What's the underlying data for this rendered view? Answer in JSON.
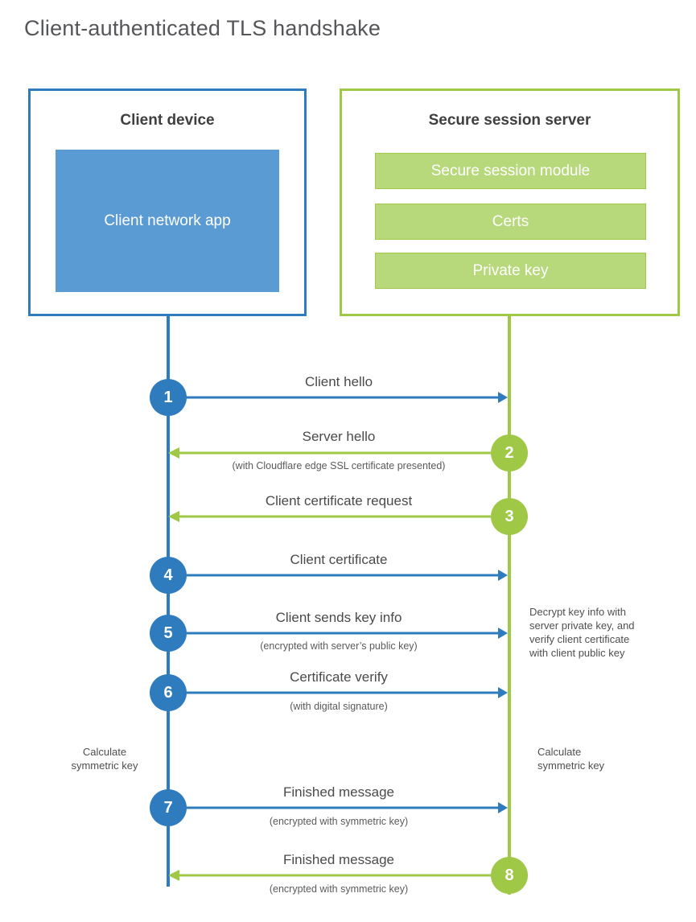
{
  "title": "Client-authenticated TLS handshake",
  "client": {
    "title": "Client device",
    "app_label": "Client network app"
  },
  "server": {
    "title": "Secure session server",
    "modules": [
      "Secure session module",
      "Certs",
      "Private key"
    ]
  },
  "steps": [
    {
      "num": "1",
      "label": "Client hello",
      "sub": "",
      "direction": "client-to-server",
      "color": "blue"
    },
    {
      "num": "2",
      "label": "Server hello",
      "sub": "(with Cloudflare edge SSL certificate presented)",
      "direction": "server-to-client",
      "color": "green"
    },
    {
      "num": "3",
      "label": "Client certificate request",
      "sub": "",
      "direction": "server-to-client",
      "color": "green"
    },
    {
      "num": "4",
      "label": "Client certificate",
      "sub": "",
      "direction": "client-to-server",
      "color": "blue"
    },
    {
      "num": "5",
      "label": "Client sends key info",
      "sub": "(encrypted with server’s public key)",
      "direction": "client-to-server",
      "color": "blue"
    },
    {
      "num": "6",
      "label": "Certificate verify",
      "sub": "(with digital signature)",
      "direction": "client-to-server",
      "color": "blue"
    },
    {
      "num": "7",
      "label": "Finished message",
      "sub": "(encrypted with symmetric key)",
      "direction": "client-to-server",
      "color": "blue"
    },
    {
      "num": "8",
      "label": "Finished message",
      "sub": "(encrypted with symmetric key)",
      "direction": "server-to-client",
      "color": "green"
    }
  ],
  "annotations": {
    "decrypt_note": "Decrypt key info with\nserver private key, and\nverify client certificate\nwith client public key",
    "calc_left": "Calculate\nsymmetric key",
    "calc_right": "Calculate\nsymmetric key"
  },
  "colors": {
    "blue": "#2e7bbd",
    "blue_fill": "#5b9bd3",
    "green": "#9fc846",
    "green_fill": "#b7d87b"
  }
}
